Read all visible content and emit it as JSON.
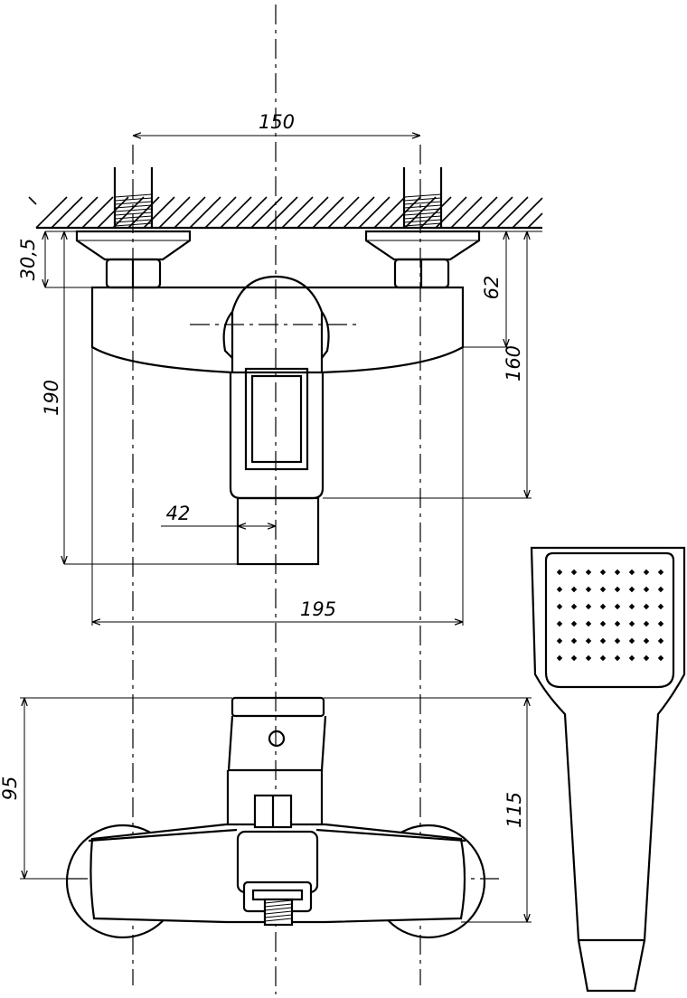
{
  "dimensions": {
    "d150": "150",
    "d30_5": "30,5",
    "d62": "62",
    "d190": "190",
    "d160": "160",
    "d42": "42",
    "d195": "195",
    "d95": "95",
    "d115": "115"
  },
  "shower_head": {
    "rows": 6,
    "cols": 8
  }
}
